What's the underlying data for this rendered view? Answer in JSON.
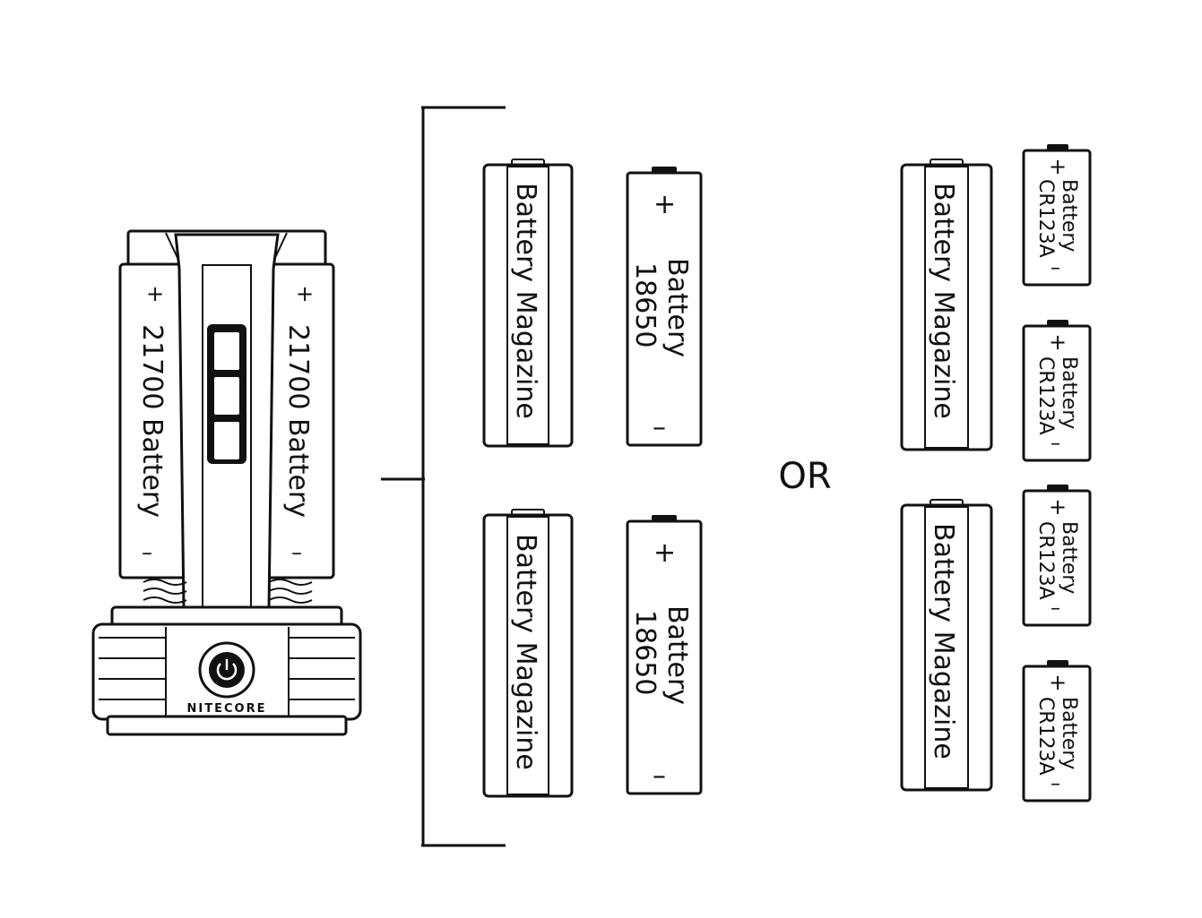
{
  "device": {
    "left_battery": {
      "label": "21700 Battery",
      "plus": "+",
      "minus": "–"
    },
    "right_battery": {
      "label": "21700 Battery",
      "plus": "+",
      "minus": "–"
    },
    "brand": "NITECORE"
  },
  "separator": "OR",
  "option_a": [
    {
      "magazine": "Battery Magazine",
      "battery_label": "Battery",
      "battery_model": "18650",
      "plus": "+",
      "minus": "–"
    },
    {
      "magazine": "Battery Magazine",
      "battery_label": "Battery",
      "battery_model": "18650",
      "plus": "+",
      "minus": "–"
    }
  ],
  "option_b": {
    "magazines": [
      "Battery Magazine",
      "Battery Magazine"
    ],
    "cells": [
      {
        "label": "Battery",
        "model": "CR123A",
        "plus": "+",
        "minus": "–"
      },
      {
        "label": "Battery",
        "model": "CR123A",
        "plus": "+",
        "minus": "–"
      },
      {
        "label": "Battery",
        "model": "CR123A",
        "plus": "+",
        "minus": "–"
      },
      {
        "label": "Battery",
        "model": "CR123A",
        "plus": "+",
        "minus": "–"
      }
    ]
  }
}
